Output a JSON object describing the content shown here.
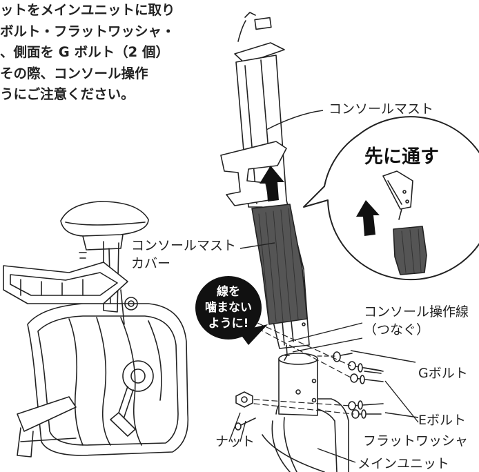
{
  "instructions": [
    "ットをメインユニットに取り",
    "ボルト・フラットワッシャ・",
    "、側面を G ボルト（2 個）",
    "その際、コンソール操作",
    "うにご注意ください。"
  ],
  "labels": {
    "console_mast": "コンソールマスト",
    "mast_cover_line1": "コンソールマスト",
    "mast_cover_line2": "カバー",
    "control_wire_line1": "コンソール操作線",
    "control_wire_line2": "（つなぐ）",
    "g_bolt": "Gボルト",
    "e_bolt": "Eボルト",
    "flat_washer": "フラットワッシャ",
    "nut": "ナット",
    "main_unit": "メインユニット"
  },
  "callout": {
    "line1": "線を",
    "line2": "噛まない",
    "line3": "ように!"
  },
  "inset": {
    "title": "先に通す"
  },
  "colors": {
    "callout_bg": "#111111",
    "cover": "#555555",
    "arrow": "#111111",
    "line": "#222222"
  }
}
